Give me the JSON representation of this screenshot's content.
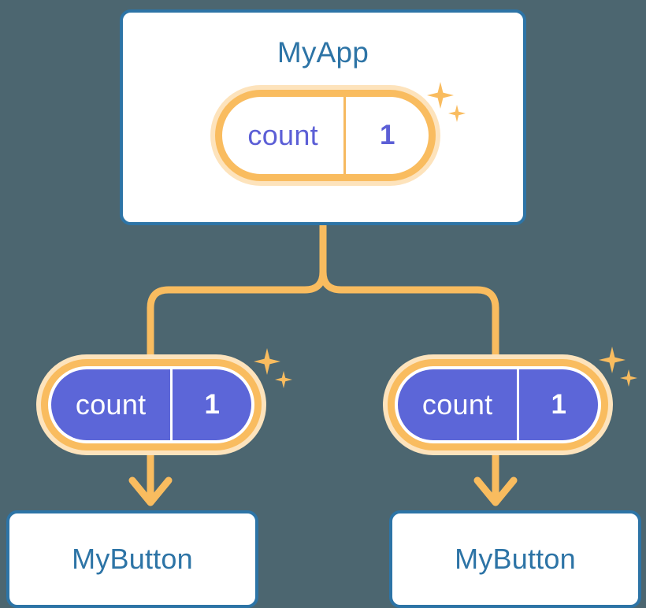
{
  "diagram": {
    "title_semantic": "react-state-propagation-tree",
    "background_color": "#4c6670"
  },
  "colors": {
    "background": "#4c6670",
    "component_border": "#2d74a6",
    "component_text": "#2d74a6",
    "component_fill": "#ffffff",
    "state_accent": "#f9bc5f",
    "state_halo": "#fde3bc",
    "state_fill_child": "#5c66d8",
    "state_text_root": "#5c5fd6",
    "state_text_child": "#ffffff",
    "connector": "#f9bc5f"
  },
  "root": {
    "component": {
      "label": "MyApp",
      "icon": "component-box-icon"
    },
    "state": {
      "key": "count",
      "value": "1",
      "sparkle_big": "sparkle-icon",
      "sparkle_small": "sparkle-icon"
    }
  },
  "children": [
    {
      "state": {
        "key": "count",
        "value": "1",
        "sparkle_big": "sparkle-icon",
        "sparkle_small": "sparkle-icon"
      },
      "component": {
        "label": "MyButton",
        "icon": "component-box-icon"
      },
      "arrow": "arrow-down-icon"
    },
    {
      "state": {
        "key": "count",
        "value": "1",
        "sparkle_big": "sparkle-icon",
        "sparkle_small": "sparkle-icon"
      },
      "component": {
        "label": "MyButton",
        "icon": "component-box-icon"
      },
      "arrow": "arrow-down-icon"
    }
  ],
  "connectors": {
    "trunk": "vertical-trunk-line",
    "branch_left": "branch-line-left",
    "branch_right": "branch-line-right"
  }
}
